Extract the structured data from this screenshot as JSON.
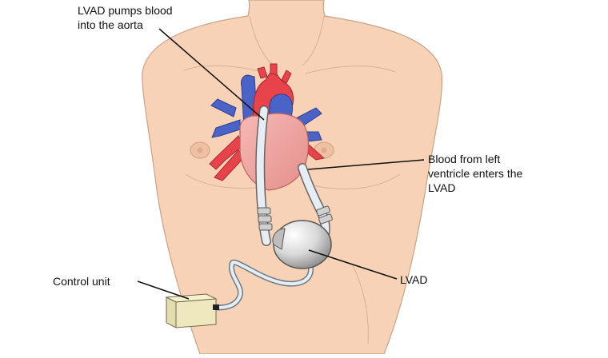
{
  "labels": {
    "aorta": [
      "LVAD pumps blood",
      "into the aorta"
    ],
    "ventricle": [
      "Blood from left",
      "ventricle enters the",
      "LVAD"
    ],
    "lvad": "LVAD",
    "control": "Control unit"
  },
  "colors": {
    "skin": "#f7d2b6",
    "skin_outline": "#c9a287",
    "artery": "#e8434a",
    "vein": "#4a63c8",
    "heart": "#f2a7a3",
    "pump": "#d9d9d9",
    "tube": "#e6eef3",
    "control_box": "#efe8bf",
    "leader": "#111111"
  }
}
